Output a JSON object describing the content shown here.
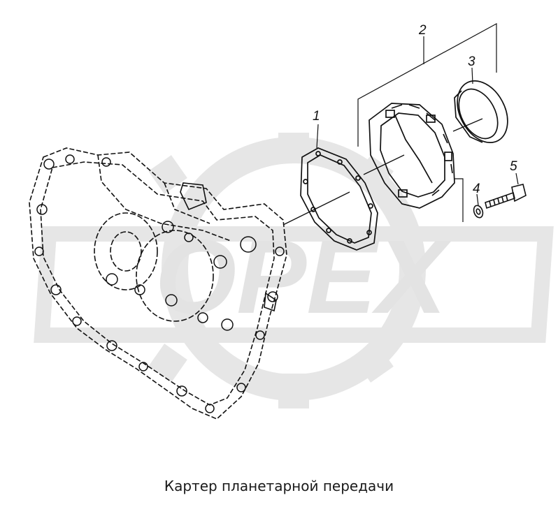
{
  "caption": "Картер планетарной передачи",
  "watermark_text": "OPEX",
  "callouts": [
    "1",
    "2",
    "3",
    "4",
    "5"
  ],
  "colors": {
    "line": "#111111",
    "watermark": "#e6e6e6",
    "background": "#ffffff"
  }
}
